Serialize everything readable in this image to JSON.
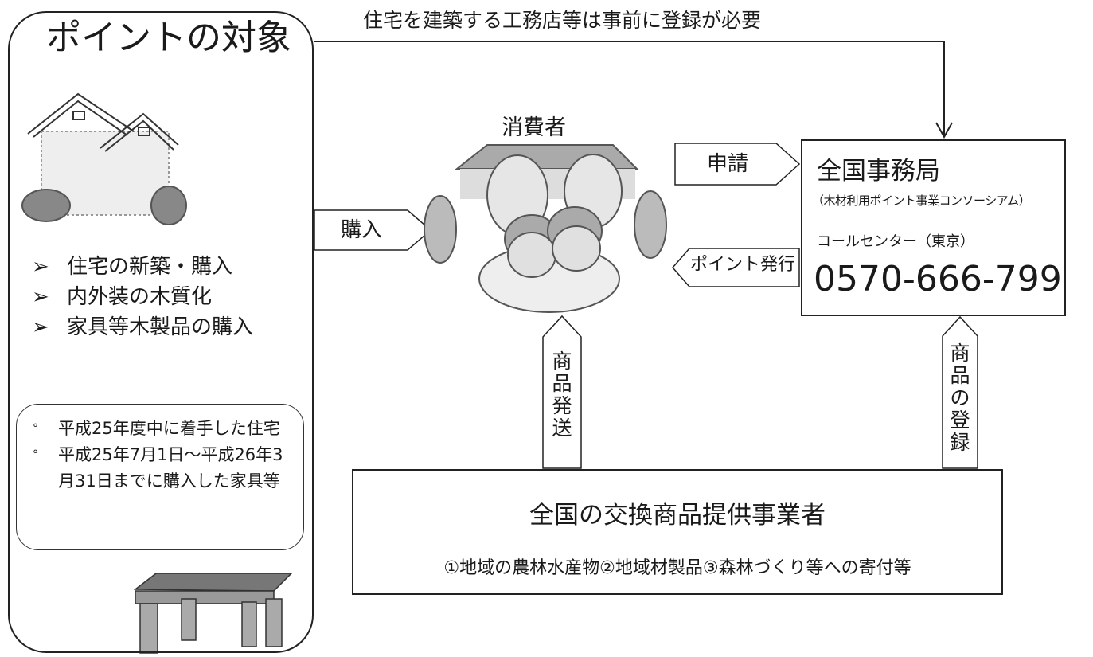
{
  "top_note": "住宅を建築する工務店等は事前に登録が必要",
  "left_panel": {
    "title": "ポイントの対象",
    "bullet_mark": "➢",
    "bullets": [
      "住宅の新築・購入",
      "内外装の木質化",
      "家具等木製品の購入"
    ],
    "conditions": [
      "平成25年度中に着手した住宅",
      "平成25年7月1日～平成26年3月31日までに購入した家具等"
    ]
  },
  "consumer": {
    "label": "消費者"
  },
  "arrows": {
    "purchase": "購入",
    "apply": "申請",
    "issue": "ポイント発行",
    "ship": "商品発送",
    "register": "商品の登録"
  },
  "office": {
    "name": "全国事務局",
    "subtitle": "（木材利用ポイント事業コンソーシアム）",
    "call_center": "コールセンター（東京）",
    "phone": "0570-666-799"
  },
  "supplier": {
    "name": "全国の交換商品提供事業者",
    "items": "①地域の農林水産物②地域材製品③森林づくり等への寄付等"
  },
  "icons": [
    "house-icon",
    "people-icon",
    "table-icon"
  ]
}
